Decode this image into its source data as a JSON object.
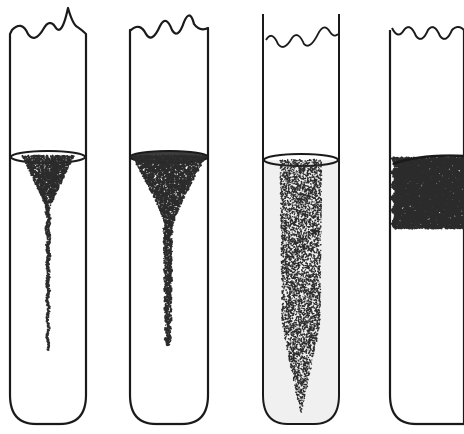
{
  "figure": {
    "tube_count": 4,
    "tubes": [
      {
        "id": "tube-1",
        "growth_pattern": "cone-top-with-thin-stab-line",
        "glass_tint": "plain"
      },
      {
        "id": "tube-2",
        "growth_pattern": "wide-funnel-with-beaded-stab-line",
        "glass_tint": "plain"
      },
      {
        "id": "tube-3",
        "growth_pattern": "diffuse-growth-along-whole-stab",
        "glass_tint": "greyish"
      },
      {
        "id": "tube-4",
        "growth_pattern": "surface-growth-band-only",
        "glass_tint": "plain"
      }
    ],
    "colors": {
      "ink": "#1a1a1a",
      "stipple": "#2b2b2b",
      "paper": "#ffffff",
      "tube3_shade": "#f0f0f0"
    }
  }
}
